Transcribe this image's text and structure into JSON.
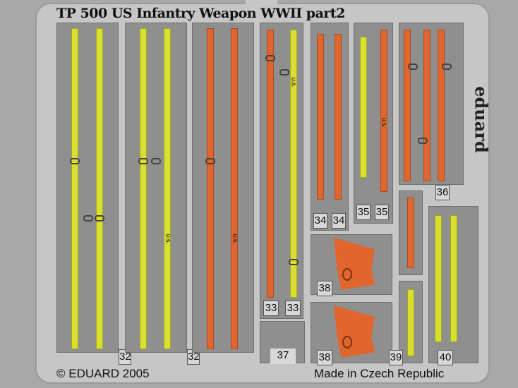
{
  "title": "TP 500  US Infantry Weapon WWII   part2",
  "brand": "eduard",
  "copyright": "© EDUARD 2005",
  "origin": "Made in Czech Republic",
  "strap_marking": "U.S.",
  "part_numbers": {
    "p32": "32",
    "p33": "33",
    "p34": "34",
    "p35": "35",
    "p36": "36",
    "p37": "37",
    "p38": "38",
    "p39": "39",
    "p40": "40"
  },
  "colors": {
    "yellow": "#d9df2e",
    "orange": "#e0662e",
    "panel": "#8f8f8f",
    "fret": "#c6c6c6"
  }
}
